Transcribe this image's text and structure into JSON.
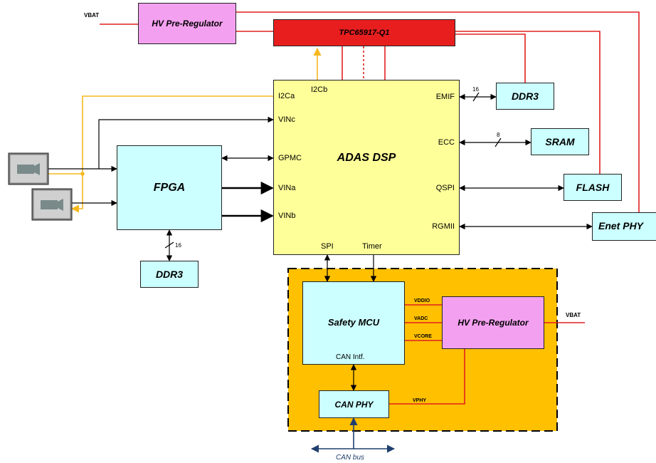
{
  "colors": {
    "power_line": "#e02020",
    "i2c_line": "#f5b820",
    "signal_line": "#000000",
    "bus_line": "#1f3f6e",
    "pmic_fill": "#e81e1e",
    "regulator_fill": "#f4a0f0",
    "dsp_fill": "#ffff99",
    "peripheral_fill": "#ccffff",
    "safety_zone_fill": "#ffc000"
  },
  "labels": {
    "vbat_top": "VBAT",
    "vbat_right": "VBAT",
    "can_bus": "CAN bus"
  },
  "blocks": {
    "hv_pre_regulator_top": "HV Pre-Regulator",
    "pmic": "TPC65917-Q1",
    "adas_dsp": "ADAS DSP",
    "ddr3_dsp": "DDR3",
    "sram": "SRAM",
    "flash": "FLASH",
    "enet_phy": "Enet PHY",
    "fpga": "FPGA",
    "ddr3_fpga": "DDR3",
    "safety_mcu": "Safety MCU",
    "hv_pre_regulator_safety": "HV Pre-Regulator",
    "can_phy": "CAN PHY"
  },
  "dsp_pins": {
    "i2ca": "I2Ca",
    "i2cb": "I2Cb",
    "vinc": "VINc",
    "gpmc": "GPMC",
    "vina": "VINa",
    "vinb": "VINb",
    "emif": "EMIF",
    "ecc": "ECC",
    "qspi": "QSPI",
    "rgmii": "RGMII",
    "spi": "SPI",
    "timer": "Timer"
  },
  "mcu_pins": {
    "can_intf": "CAN Intf."
  },
  "rails": {
    "vddio": "VDDIO",
    "vadc": "VADC",
    "vcore": "VCORE",
    "vphy": "VPHY"
  },
  "bus_widths": {
    "emif": "16",
    "ecc": "8",
    "fpga_ddr3": "16"
  },
  "icons": {
    "camera_1": "camera-icon",
    "camera_2": "camera-icon"
  }
}
